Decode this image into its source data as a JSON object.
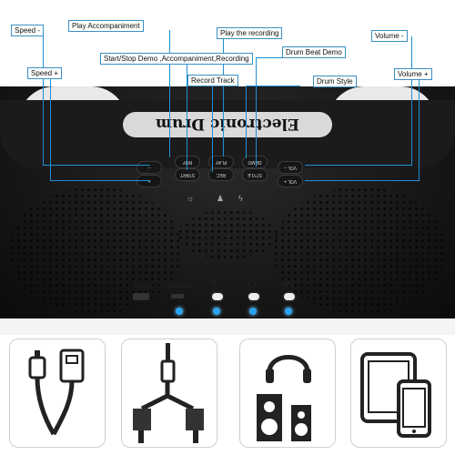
{
  "device": {
    "brand_text": "Electronic Drum",
    "buttons": [
      "–",
      "+",
      "START STOP",
      "RHY",
      "REC",
      "PLAY",
      "DEMO",
      "STYLE",
      "VOL –",
      "VOL +"
    ]
  },
  "callouts": {
    "speed_minus": "Speed -",
    "play_accompaniment": "Play Accompaniment",
    "play_recording": "Play the recording",
    "volume_minus": "Volume -",
    "speed_plus": "Speed +",
    "start_stop_demo": "Start/Stop Demo ,Accompaniment,Recording",
    "drum_beat_demo": "Drum Beat Demo",
    "volume_plus": "Volume +",
    "record_track": "Record Track",
    "drum_style": "Drum Style"
  },
  "ports": {
    "on_off": "ON/OFF",
    "usb_dc": "USB/DC 5V",
    "mp3": "MP3"
  },
  "accessories": [
    {
      "name": "usb-cable"
    },
    {
      "name": "audio-splitter-cable"
    },
    {
      "name": "headphones-speakers"
    },
    {
      "name": "tablet-phone"
    }
  ]
}
